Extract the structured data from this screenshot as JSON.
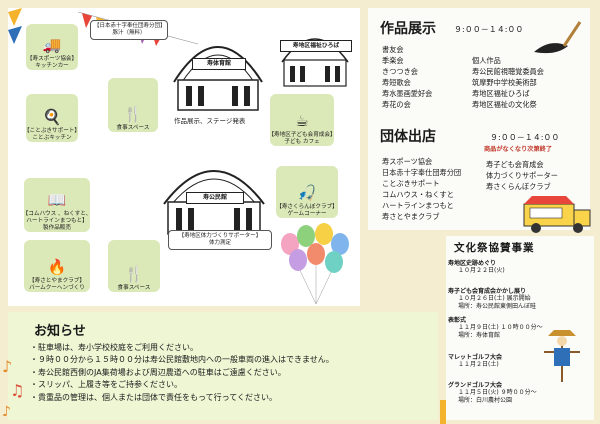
{
  "map": {
    "tiles": [
      {
        "icon": "truck-icon",
        "glyph": "🚚",
        "label": "【寿スポーツ協会】\nキッチンカー"
      },
      {
        "icon": "takoyaki-icon",
        "glyph": "🍳",
        "label": "【ことぶきサポート】\nことぶキッチン"
      },
      {
        "icon": "cutlery-icon",
        "glyph": "🍴",
        "label": "食事スペース"
      },
      {
        "icon": "coffee-icon",
        "glyph": "☕",
        "label": "【寿地区子ども会育成会】\n子ども カフェ"
      },
      {
        "icon": "fishing-icon",
        "glyph": "🎣",
        "label": "【寿さくらんぼクラブ】\nゲームコーナー"
      },
      {
        "icon": "book-icon",
        "glyph": "📖",
        "label": "【コムハウス 、ねくすと、\nハートラインまつもと】\n製作品販売"
      },
      {
        "icon": "fire-icon",
        "glyph": "🔥",
        "label": "【寿さとやまクラブ】\nバームクーヘンづくり"
      },
      {
        "icon": "cutlery-icon",
        "glyph": "🍴",
        "label": "食事スペース"
      }
    ],
    "red_cross_box": "【日本赤十字奉仕団寿分団】\n豚汁（無料）",
    "gym_sign": "寿体育館",
    "gym_caption": "作品展示、ステージ発表",
    "welfare_sign": "寿地区福祉ひろば",
    "hall_sign": "寿公民館",
    "hall_caption": "【寿地区体力づくりサポーター】\n体力測定"
  },
  "exhibit": {
    "title": "作品展示",
    "time": "９:００－１４:００",
    "left": [
      "書友会",
      "季楽会",
      "きつつき会",
      "寿短歌会",
      "寿水墨画愛好会",
      "寿花の会"
    ],
    "right": [
      "個人作品",
      "寿公民館視聴覚委員会",
      "筑摩野中学校美術部",
      "寿地区福祉ひろば",
      "寿地区福祉の文化祭"
    ]
  },
  "groups": {
    "title": "団体出店",
    "time": "９:００－１４:００",
    "note": "商品がなくなり次第終了",
    "left": [
      "寿スポーツ協会",
      "日本赤十字奉仕団寿分団",
      "ことぶきサポート",
      "コムハウス・ねくすと",
      "ハートラインまつもと",
      "寿さとやまクラブ"
    ],
    "right": [
      "寿子ども会育成会",
      "体力づくりサポーター",
      "寿さくらんぼクラブ"
    ]
  },
  "notice": {
    "title": "お知らせ",
    "items": [
      "・駐車場は、寿小学校校庭をご利用ください。",
      "・９時００分から１５時００分は寿公民館敷地内への一般車両の進入はできません。",
      "・寿公民館西側のJA集荷場および周辺農道への駐車はご遠慮ください。",
      "・スリッパ、上履き等をご持参ください。",
      "・貴重品の管理は、個人または団体で責任をもって行ってください。"
    ]
  },
  "sponsor": {
    "title": "文化祭協賛事業",
    "events": [
      {
        "name": "寿地区史跡めぐり",
        "lines": [
          "１０月２２日(火)"
        ]
      },
      {
        "name": "寿子ども会育成会かかし展り",
        "lines": [
          "１０月２６日(土)  展示開始",
          "場所：寿公民館東側田んぼ畦"
        ]
      },
      {
        "name": "表彰式",
        "lines": [
          "１１月９日(土)  １０時００分～",
          "場所：寿体育館"
        ]
      },
      {
        "name": "マレットゴルフ大会",
        "lines": [
          "１１月２日(土)"
        ]
      },
      {
        "name": "グランドゴルフ大会",
        "lines": [
          "１１月５日(火)  ９時００分～",
          "場所：白川農村公園"
        ]
      }
    ]
  },
  "colors": {
    "background": "#f4edd0",
    "tile_green": "#dbe8b8",
    "notice_green": "#eef6d4",
    "bunting": [
      "#e8463a",
      "#f4b32c",
      "#3a9c4b",
      "#2f6fb8",
      "#a35bb0"
    ],
    "accent_red": "#c0392b"
  }
}
